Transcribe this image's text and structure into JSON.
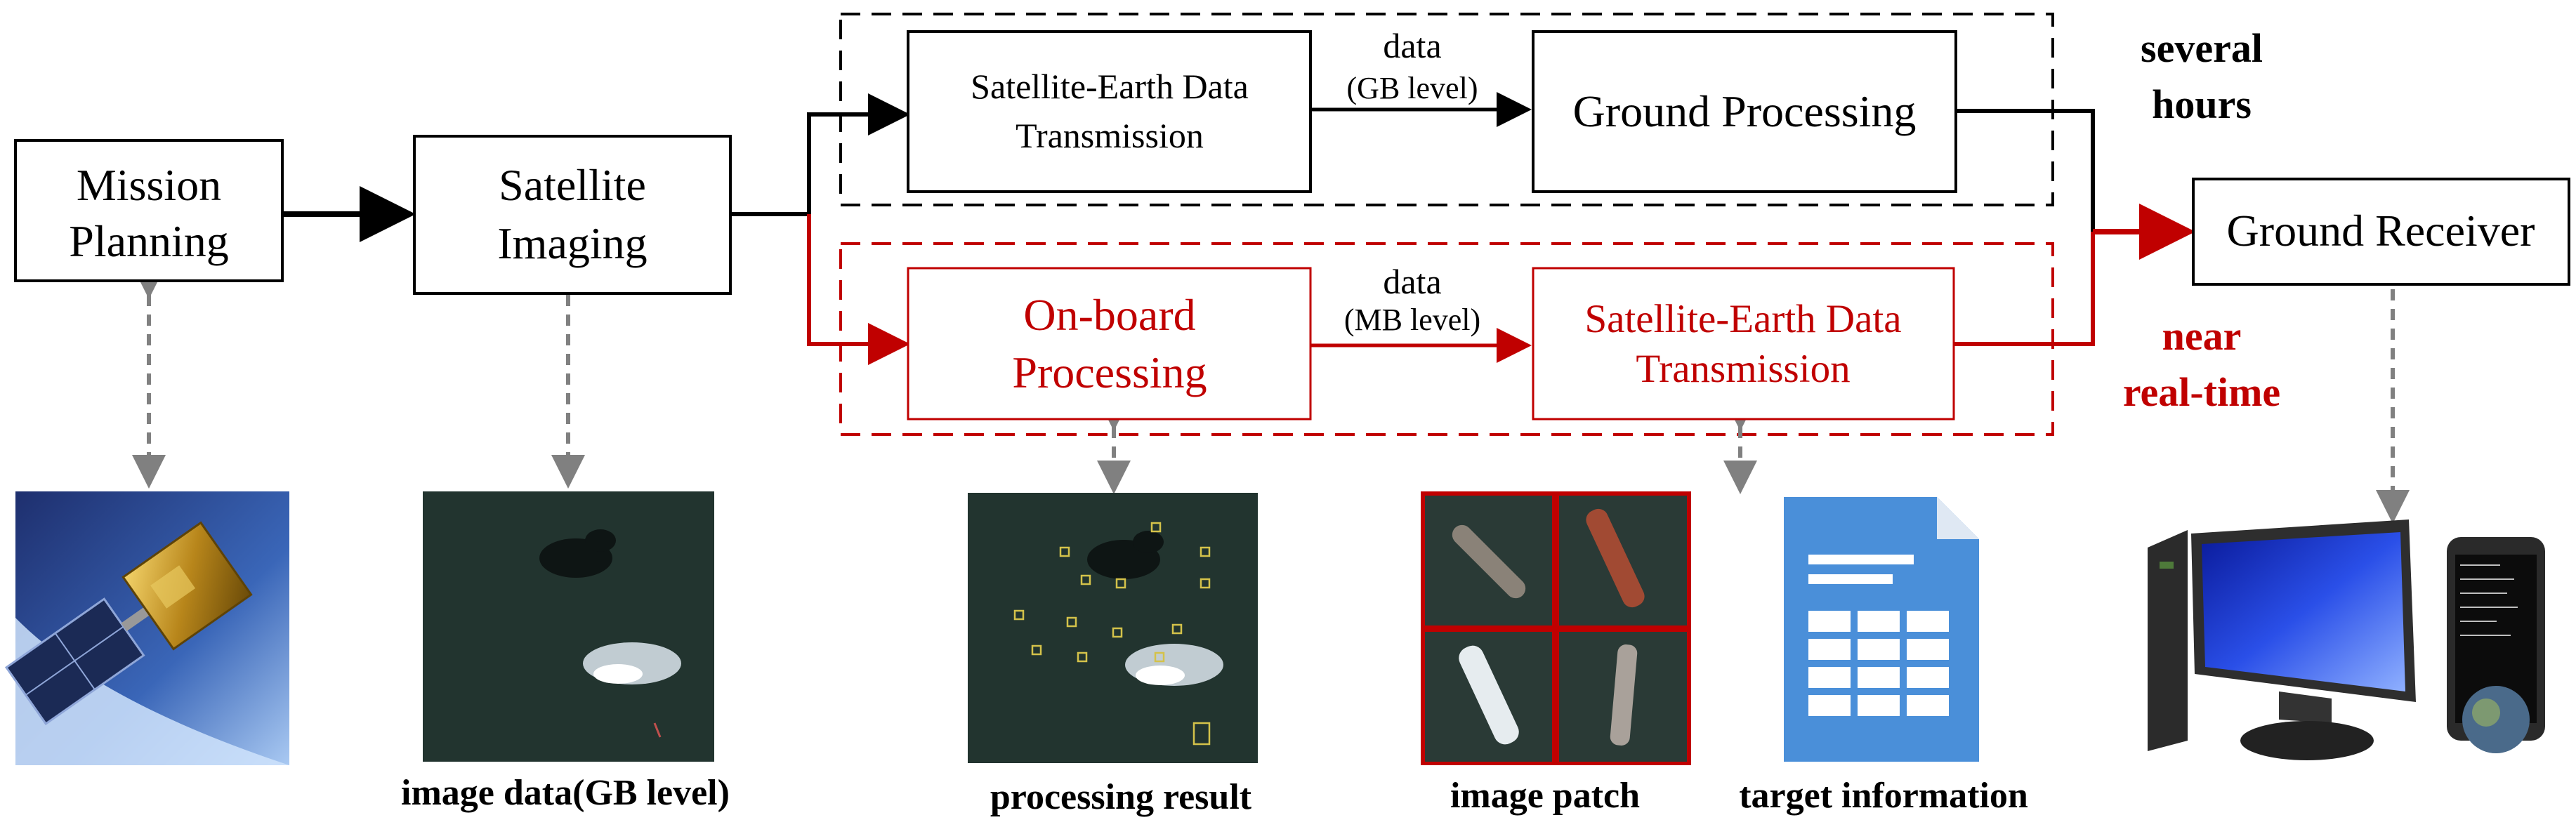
{
  "colors": {
    "black": "#000000",
    "red": "#c00000",
    "gray_arrow": "#808080",
    "ocean": "#22342f",
    "doc_blue": "#4a8fd9"
  },
  "boxes": {
    "mission_planning": [
      "Mission",
      "Planning"
    ],
    "satellite_imaging": [
      "Satellite",
      "Imaging"
    ],
    "satellite_earth_top": [
      "Satellite-Earth  Data",
      "Transmission"
    ],
    "ground_processing": "Ground Processing",
    "onboard_processing": [
      "On-board",
      "Processing"
    ],
    "satellite_earth_bottom": [
      "Satellite-Earth  Data",
      "Transmission"
    ],
    "ground_receiver": "Ground Receiver"
  },
  "edge_labels": {
    "top_data": "data",
    "top_level": "(GB level)",
    "bottom_data": "data",
    "bottom_level": "(MB level)"
  },
  "notes": {
    "several": "several",
    "hours": "hours",
    "near": "near",
    "realtime": "real-time"
  },
  "captions": {
    "image_data": "image data(GB level)",
    "processing_result": "processing result",
    "image_patch": "image patch",
    "target_information": "target information"
  },
  "icons": {
    "satellite": "satellite-icon",
    "image_data": "satellite-image-icon",
    "processing_result": "detection-result-icon",
    "image_patch": "ship-patch-icon",
    "target_information": "document-table-icon",
    "computer": "desktop-computer-icon",
    "phone": "smartphone-icon"
  }
}
